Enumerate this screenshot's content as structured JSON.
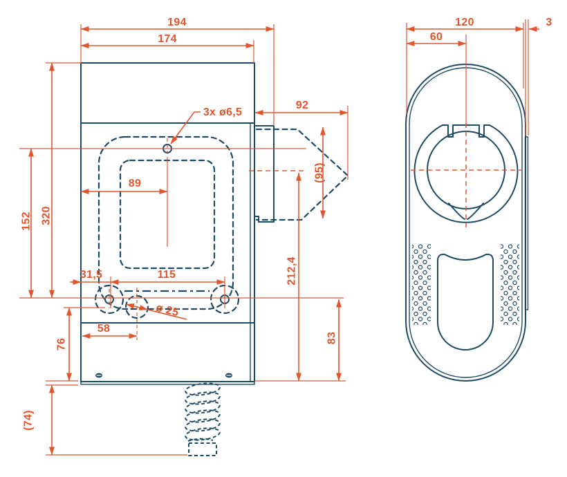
{
  "drawing": {
    "title": "wallbox-dimension-drawing",
    "colors": {
      "outline": "#1d4a63",
      "dimension": "#e0562e",
      "background": "#ffffff"
    },
    "side_view": {
      "dimensions": {
        "total_depth": "194",
        "body_depth": "174",
        "hole_note": "3x ø6,5",
        "socket_protrusion": "92",
        "plug_clearance": "(95)",
        "upper_hole_offset": "89",
        "mounting_height": "320",
        "hole_vertical_span": "152",
        "lower_hole_edge": "31,5",
        "lower_hole_span": "115",
        "gland_diameter": "ø 25",
        "gland_offset_x": "58",
        "gland_offset_y": "76",
        "socket_center_height": "212,4",
        "lower_hole_height": "83",
        "cable_clearance": "(74)"
      }
    },
    "front_view": {
      "dimensions": {
        "width": "120",
        "half_width": "60",
        "plate_thickness": "3"
      }
    }
  }
}
